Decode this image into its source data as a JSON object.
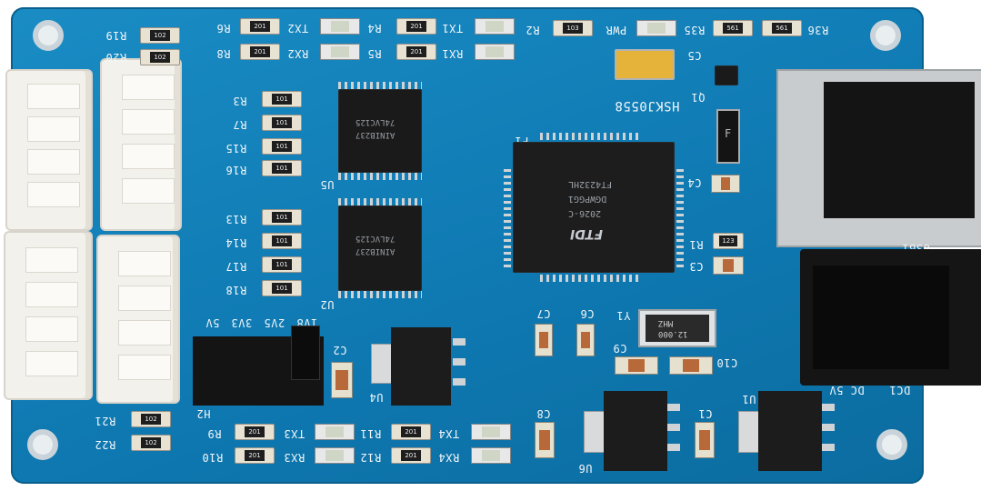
{
  "board": {
    "silkscreen": {
      "top_left_resistors": [
        "R19",
        "R20"
      ],
      "top_row": [
        "R6",
        "R8",
        "TX2",
        "RX2",
        "R4",
        "R5",
        "TX1",
        "RX1",
        "R2",
        "PWR",
        "R35",
        "R36"
      ],
      "cap_labels": [
        "C5",
        "C4",
        "C3",
        "C2",
        "C6",
        "C7",
        "C8",
        "C9",
        "C10",
        "C1"
      ],
      "transistor": "Q1",
      "brand": "HSKJ0558",
      "fuse": "F1",
      "resistors_mid_upper": [
        "R3",
        "R7",
        "R15",
        "R16"
      ],
      "resistors_mid_lower": [
        "R13",
        "R14",
        "R17",
        "R18"
      ],
      "chips": [
        "U5",
        "U2",
        "U6",
        "U1"
      ],
      "r1": "R1",
      "usb_label": "USB1",
      "crystal": "Y1",
      "dc": "DC1",
      "dc_voltage": "DC 5V",
      "header_voltages": [
        "5V",
        "3V3",
        "2V5",
        "1V8"
      ],
      "header": "H2",
      "regulator": "U4",
      "bottom_left": [
        "R21",
        "R22"
      ],
      "bottom_row": [
        "R9",
        "R10",
        "TX3",
        "RX3",
        "R11",
        "R12",
        "TX4",
        "RX4"
      ]
    },
    "ftdi_chip": {
      "logo": "FTDI",
      "lines": [
        "FT4232HL",
        "DGWPGG1",
        "2026-C"
      ]
    },
    "crystal_marking": [
      "12.000",
      "MHZ"
    ],
    "buffer_chip_marking": [
      "74LVC125",
      "AINIB237"
    ],
    "resistor_codes": {
      "r101": "101",
      "r102": "102",
      "r103": "103",
      "r123": "123",
      "r201": "201",
      "r561": "561"
    }
  }
}
